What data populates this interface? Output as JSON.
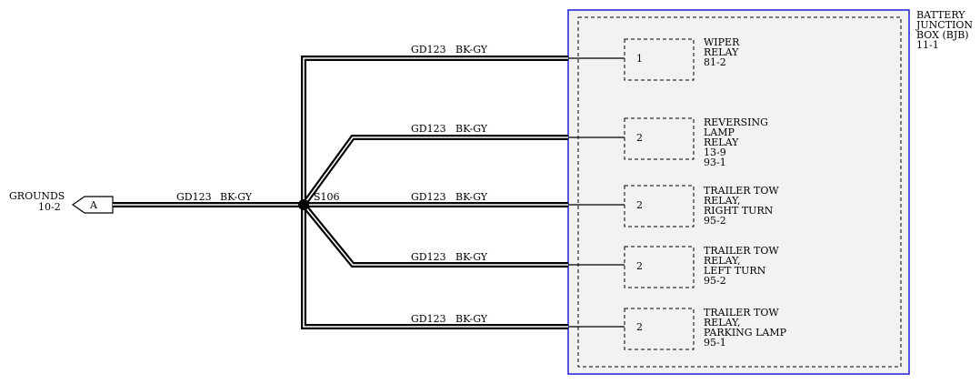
{
  "ground": {
    "label_lines": [
      "GROUNDS",
      "10-2"
    ],
    "connector": "A"
  },
  "splice": {
    "label": "S106"
  },
  "wire": {
    "circuit": "GD123",
    "color": "BK-GY"
  },
  "junction_box": {
    "label_lines": [
      "BATTERY",
      "JUNCTION",
      "BOX (BJB)",
      "11-1"
    ]
  },
  "relays": [
    {
      "pin": "1",
      "label_lines": [
        "WIPER",
        "RELAY",
        "81-2"
      ]
    },
    {
      "pin": "2",
      "label_lines": [
        "REVERSING",
        "LAMP",
        "RELAY",
        "13-9",
        "93-1"
      ]
    },
    {
      "pin": "2",
      "label_lines": [
        "TRAILER TOW",
        "RELAY,",
        "RIGHT TURN",
        "95-2"
      ]
    },
    {
      "pin": "2",
      "label_lines": [
        "TRAILER TOW",
        "RELAY,",
        "LEFT TURN",
        "95-2"
      ]
    },
    {
      "pin": "2",
      "label_lines": [
        "TRAILER TOW",
        "RELAY,",
        "PARKING LAMP",
        "95-1"
      ]
    }
  ],
  "colors": {
    "box_border": "#1f1fd6",
    "box_fill": "#f2f2f2",
    "wire": "#000000"
  }
}
